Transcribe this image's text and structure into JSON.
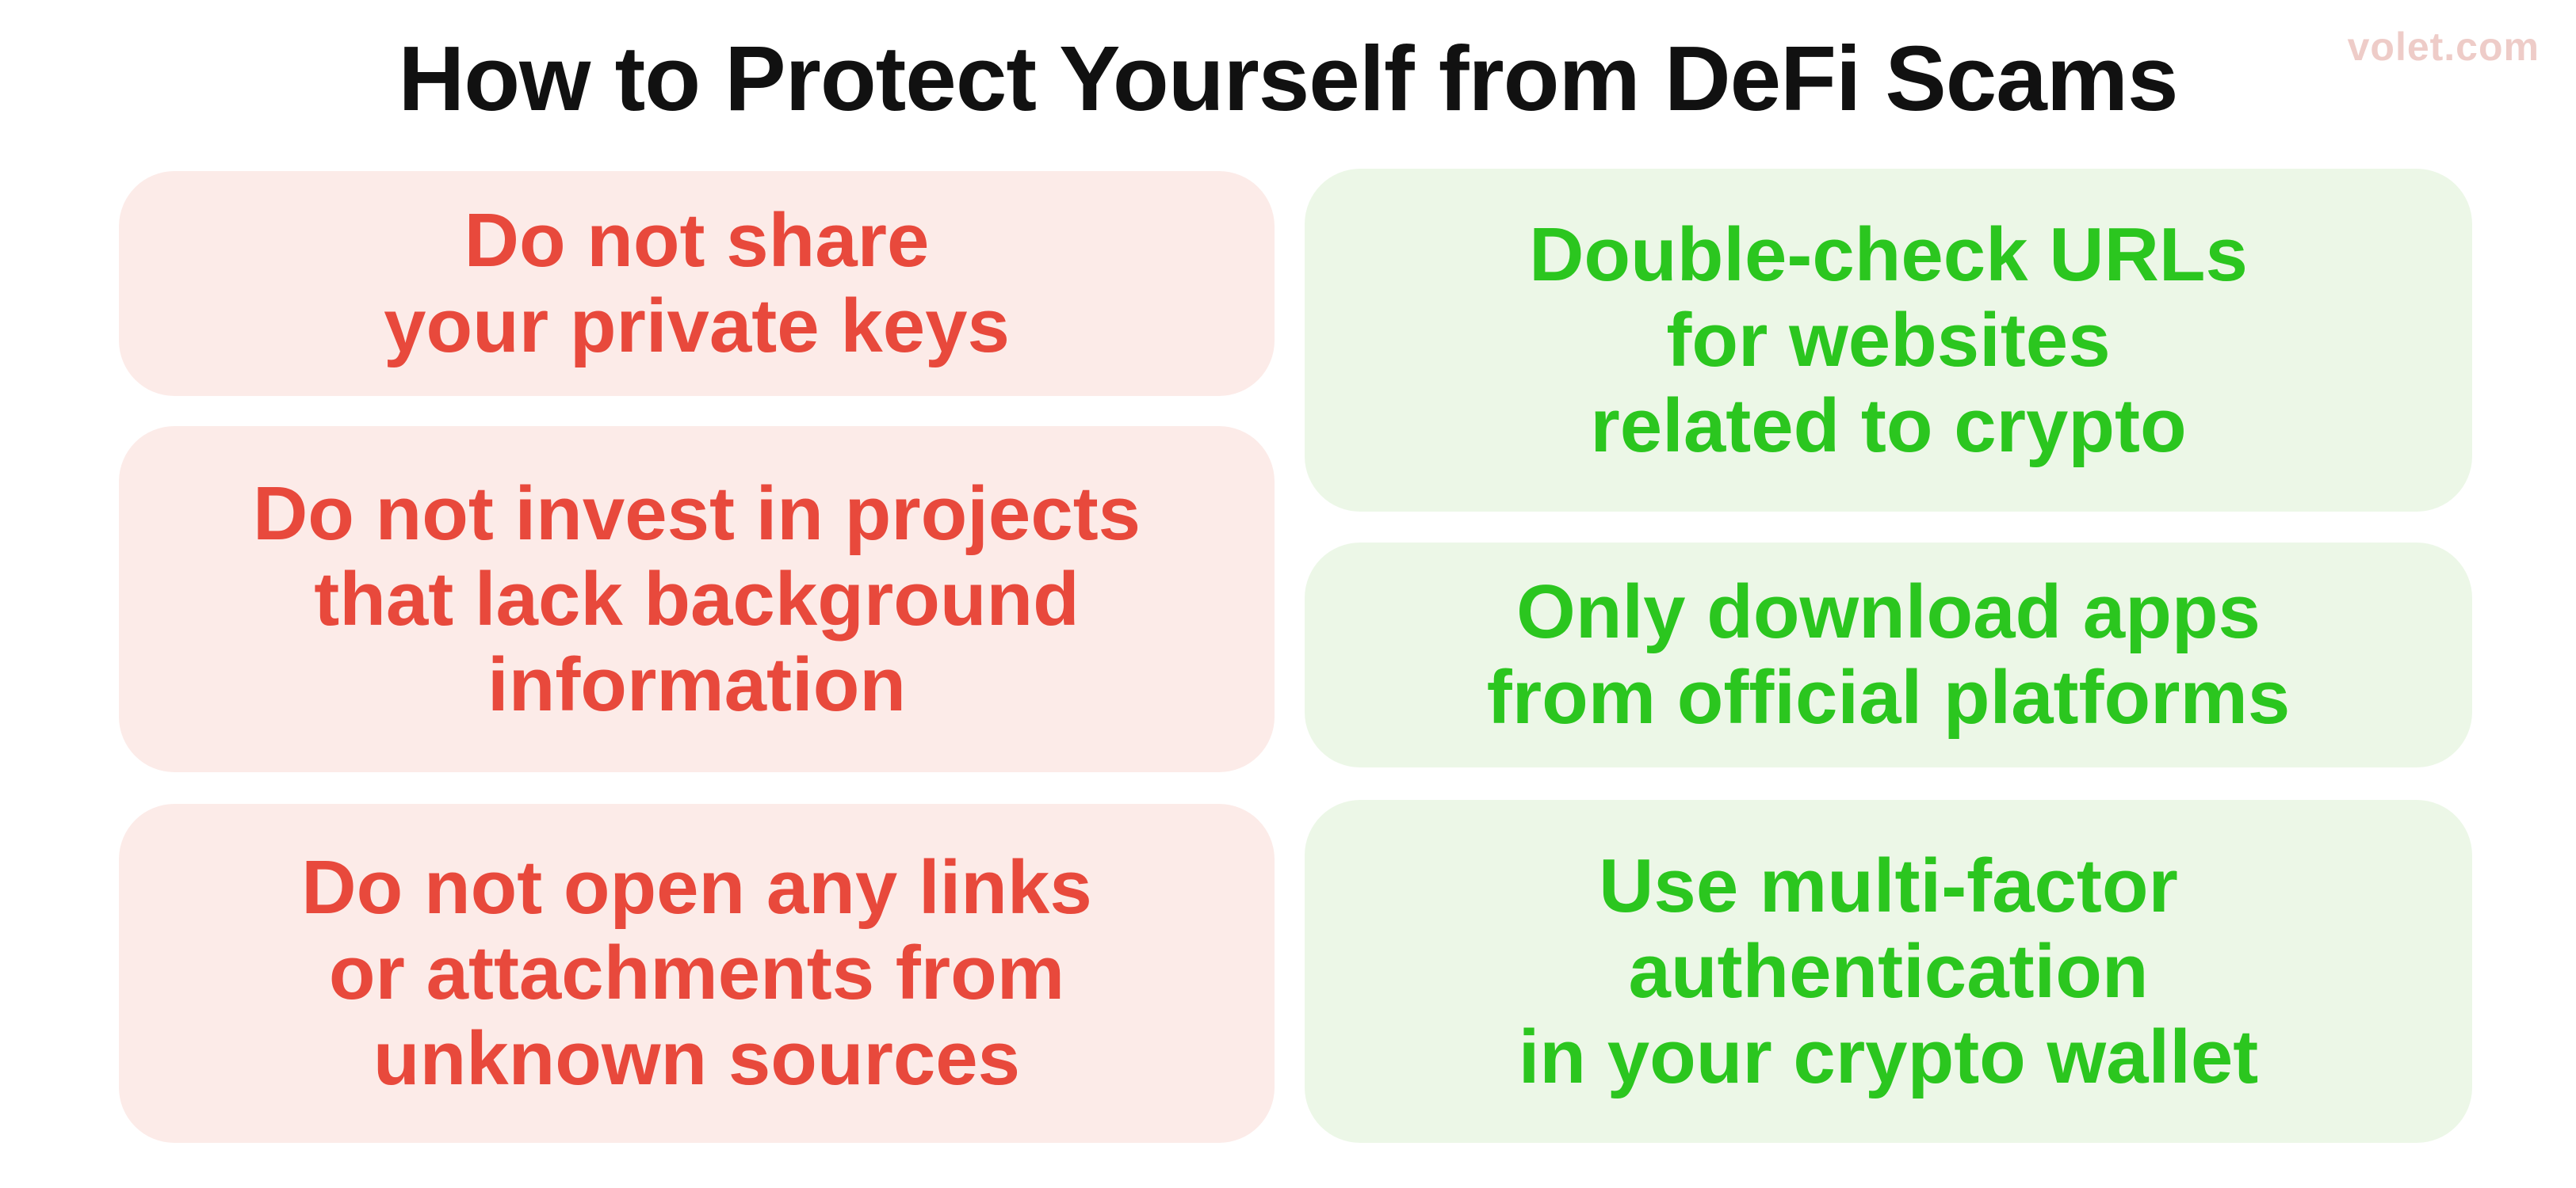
{
  "page": {
    "title": "How to Protect Yourself from DeFi Scams",
    "watermark": "volet.com"
  },
  "colors": {
    "title_text": "#111111",
    "watermark_text": "#eeccc8",
    "dont_text": "#e8493c",
    "dont_bg": "#fcebe8",
    "do_text": "#2bc61f",
    "do_bg": "#ecf7e7",
    "page_bg": "#ffffff"
  },
  "cards": {
    "dont": [
      {
        "lines": [
          "Do not share",
          "your private keys"
        ]
      },
      {
        "lines": [
          "Do not invest in projects",
          "that lack background",
          "information"
        ]
      },
      {
        "lines": [
          "Do not open any links",
          "or attachments from",
          "unknown sources"
        ]
      }
    ],
    "do": [
      {
        "lines": [
          "Double-check URLs",
          "for websites",
          "related to crypto"
        ]
      },
      {
        "lines": [
          "Only download apps",
          "from official platforms"
        ]
      },
      {
        "lines": [
          "Use multi-factor",
          "authentication",
          "in your crypto wallet"
        ]
      }
    ]
  }
}
